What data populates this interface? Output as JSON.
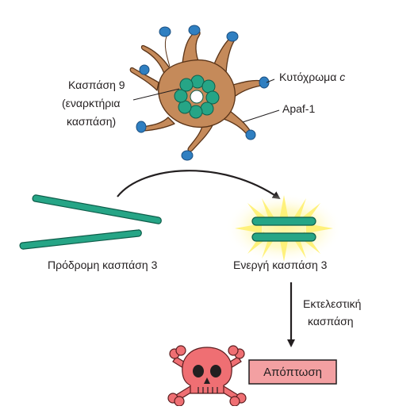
{
  "labels": {
    "caspase9_line1": "Κασπάση 9",
    "caspase9_line2": "(εναρκτήρια",
    "caspase9_line3": "κασπάση)",
    "cytochrome_c": "Κυτόχρωμα c",
    "apaf1": "Apaf-1",
    "procaspase3": "Πρόδρομη κασπάση 3",
    "active_caspase3": "Ενεργή κασπάση 3",
    "executioner_line1": "Εκτελεστική",
    "executioner_line2": "κασπάση",
    "apoptosis": "Απόπτωση"
  },
  "colors": {
    "apaf1_brown": "#c58a5a",
    "apaf1_outline": "#5a3418",
    "caspase_teal": "#26a586",
    "cytochrome_blue": "#2f7fc1",
    "glow_yellow": "#fff176",
    "skull_red": "#ef6f73",
    "apoptosis_box": "#f3a0a2"
  },
  "icons": {
    "skull": "skull-crossbones-icon"
  }
}
